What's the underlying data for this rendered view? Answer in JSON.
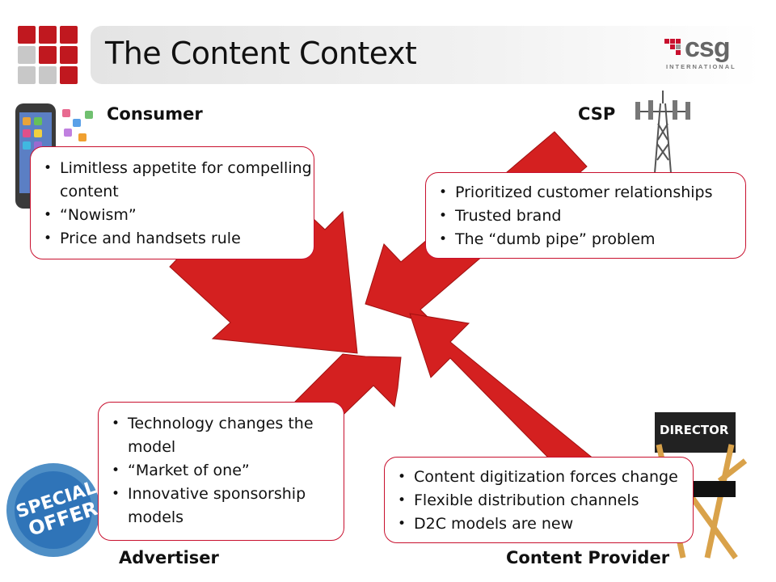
{
  "slide": {
    "title": "The Content Context",
    "brand": {
      "name": "csg",
      "subtitle": "INTERNATIONAL",
      "accent": "#c8102e"
    }
  },
  "colors": {
    "arrow": "#d42020",
    "box_border": "#c8102e",
    "title_bar": "#e8e8e8"
  },
  "quadrants": {
    "consumer": {
      "label": "Consumer",
      "icon": "smartphone-icon",
      "bullets": [
        "Limitless appetite for compelling content",
        "“Nowism”",
        "Price and handsets rule"
      ]
    },
    "csp": {
      "label": "CSP",
      "icon": "cell-tower-icon",
      "bullets": [
        "Prioritized customer relationships",
        "Trusted brand",
        "The “dumb pipe” problem"
      ]
    },
    "advertiser": {
      "label": "Advertiser",
      "icon": "special-offer-badge-icon",
      "badge_text": "SPECIAL OFFER",
      "bullets": [
        "Technology changes the model",
        "“Market of one”",
        "Innovative sponsorship models"
      ]
    },
    "content_provider": {
      "label": "Content Provider",
      "icon": "director-chair-icon",
      "chair_text": "DIRECTOR",
      "bullets": [
        "Content digitization forces change",
        "Flexible distribution channels",
        "D2C models are new"
      ]
    }
  }
}
